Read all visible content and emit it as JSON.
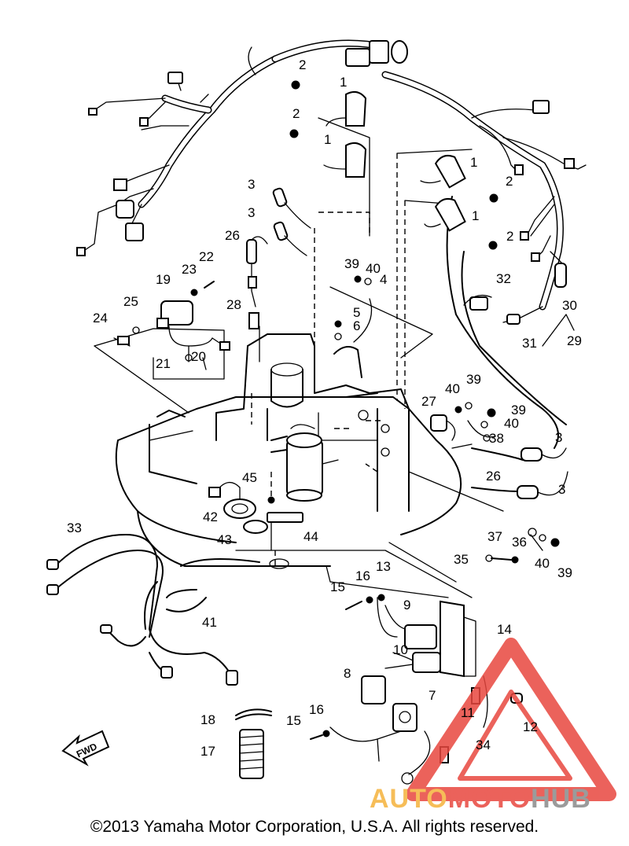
{
  "callouts": [
    {
      "label": "1"
    },
    {
      "label": "1"
    },
    {
      "label": "1"
    },
    {
      "label": "1"
    },
    {
      "label": "2"
    },
    {
      "label": "2"
    },
    {
      "label": "2"
    },
    {
      "label": "2"
    },
    {
      "label": "3"
    },
    {
      "label": "3"
    },
    {
      "label": "3"
    },
    {
      "label": "3"
    },
    {
      "label": "4"
    },
    {
      "label": "5"
    },
    {
      "label": "6"
    },
    {
      "label": "7"
    },
    {
      "label": "8"
    },
    {
      "label": "9"
    },
    {
      "label": "10"
    },
    {
      "label": "11"
    },
    {
      "label": "12"
    },
    {
      "label": "13"
    },
    {
      "label": "14"
    },
    {
      "label": "15"
    },
    {
      "label": "15"
    },
    {
      "label": "16"
    },
    {
      "label": "16"
    },
    {
      "label": "17"
    },
    {
      "label": "18"
    },
    {
      "label": "19"
    },
    {
      "label": "20"
    },
    {
      "label": "21"
    },
    {
      "label": "22"
    },
    {
      "label": "23"
    },
    {
      "label": "24"
    },
    {
      "label": "25"
    },
    {
      "label": "26"
    },
    {
      "label": "26"
    },
    {
      "label": "27"
    },
    {
      "label": "28"
    },
    {
      "label": "29"
    },
    {
      "label": "30"
    },
    {
      "label": "31"
    },
    {
      "label": "32"
    },
    {
      "label": "33"
    },
    {
      "label": "34"
    },
    {
      "label": "35"
    },
    {
      "label": "36"
    },
    {
      "label": "37"
    },
    {
      "label": "38"
    },
    {
      "label": "39"
    },
    {
      "label": "39"
    },
    {
      "label": "39"
    },
    {
      "label": "39"
    },
    {
      "label": "40"
    },
    {
      "label": "40"
    },
    {
      "label": "40"
    },
    {
      "label": "40"
    },
    {
      "label": "41"
    },
    {
      "label": "42"
    },
    {
      "label": "43"
    },
    {
      "label": "44"
    },
    {
      "label": "45"
    }
  ],
  "fwd_label": "FWD",
  "watermark": {
    "part1": "AUTO",
    "part2": "MOTO",
    "part3": "HUB"
  },
  "colors": {
    "line": "#000000",
    "watermark_red": "#e8473f",
    "watermark_orange": "#f5b23c",
    "watermark_gray": "#8a8a8a"
  },
  "copyright": "©2013 Yamaha Motor Corporation, U.S.A. All rights reserved."
}
